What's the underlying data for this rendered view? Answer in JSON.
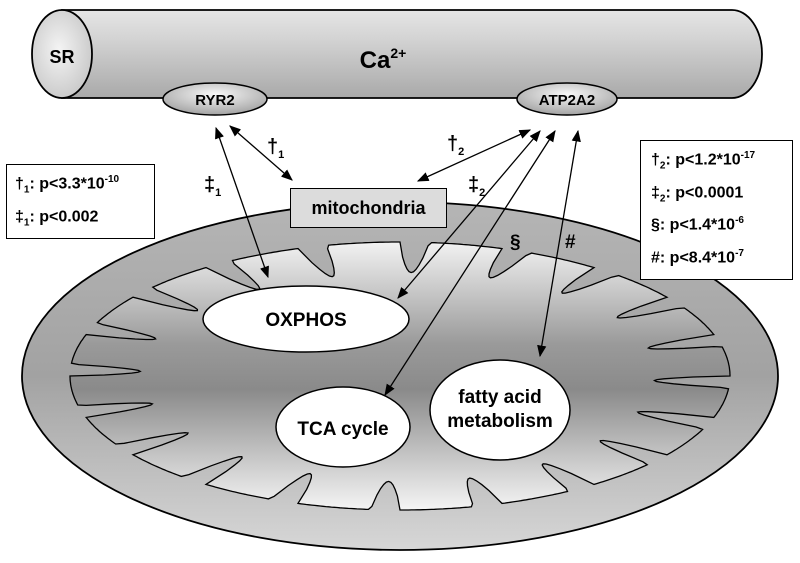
{
  "sr_label": "SR",
  "calcium": {
    "base": "Ca",
    "charge": "2+"
  },
  "proteins": {
    "ryr2": "RYR2",
    "atp2a2": "ATP2A2"
  },
  "mitochondria_label": "mitochondria",
  "pathways": {
    "oxphos": "OXPHOS",
    "tca": "TCA cycle",
    "fatty_acid_line1": "fatty acid",
    "fatty_acid_line2": "metabolism"
  },
  "arrow_marks": {
    "dagger": "†",
    "sub1": "1",
    "sub2": "2",
    "ddagger": "‡",
    "section": "§",
    "hash": "#"
  },
  "legend_left": [
    {
      "sym": "†",
      "sub": "1",
      "text": ": p<3.3*10",
      "exp": "-10"
    },
    {
      "sym": "‡",
      "sub": "1",
      "text": ": p<0.002",
      "exp": ""
    }
  ],
  "legend_right": [
    {
      "sym": "†",
      "sub": "2",
      "text": ": p<1.2*10",
      "exp": "-17"
    },
    {
      "sym": "‡",
      "sub": "2",
      "text": ": p<0.0001",
      "exp": ""
    },
    {
      "sym": "§",
      "sub": "",
      "text": ":  p<1.4*10",
      "exp": "-6"
    },
    {
      "sym": "#",
      "sub": "",
      "text": ":  p<8.4*10",
      "exp": "-7"
    }
  ]
}
